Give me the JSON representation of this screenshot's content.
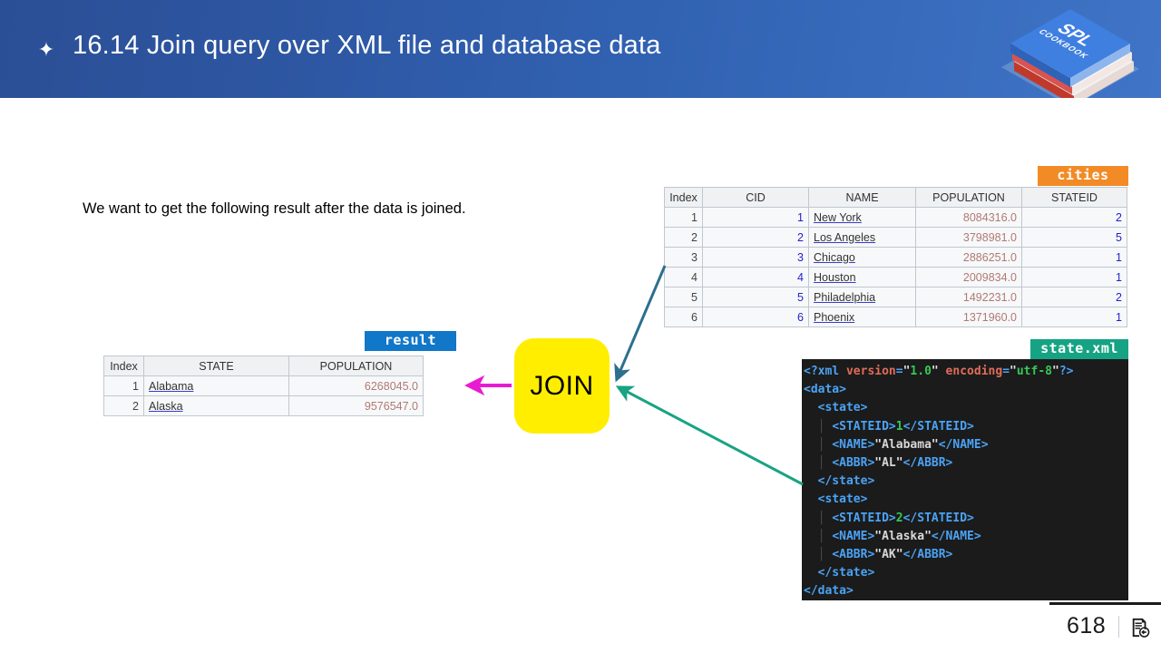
{
  "header": {
    "bullet_icon": "sparkle-icon",
    "title": "16.14 Join query over XML file and database data",
    "logo_line1": "SPL",
    "logo_line2": "COOKBOOK"
  },
  "body": {
    "intro_text": "We want to get the following result after the data is joined."
  },
  "badges": {
    "cities": "cities",
    "result": "result",
    "state_xml": "state.xml"
  },
  "colors": {
    "badge_cities": "#f28b26",
    "badge_result": "#1077c9",
    "badge_state_xml": "#15a383",
    "join_box": "#ffee00",
    "arrow_blue": "#2d6f8e",
    "arrow_teal": "#18a383",
    "arrow_magenta": "#e81bd2",
    "header_gradient_from": "#2b4f96",
    "header_gradient_to": "#3f74c6"
  },
  "cities_table": {
    "columns": [
      "Index",
      "CID",
      "NAME",
      "POPULATION",
      "STATEID"
    ],
    "rows": [
      {
        "index": "1",
        "cid": "1",
        "name": "New York",
        "population": "8084316.0",
        "stateid": "2"
      },
      {
        "index": "2",
        "cid": "2",
        "name": "Los Angeles",
        "population": "3798981.0",
        "stateid": "5"
      },
      {
        "index": "3",
        "cid": "3",
        "name": "Chicago",
        "population": "2886251.0",
        "stateid": "1"
      },
      {
        "index": "4",
        "cid": "4",
        "name": "Houston",
        "population": "2009834.0",
        "stateid": "1"
      },
      {
        "index": "5",
        "cid": "5",
        "name": "Philadelphia",
        "population": "1492231.0",
        "stateid": "2"
      },
      {
        "index": "6",
        "cid": "6",
        "name": "Phoenix",
        "population": "1371960.0",
        "stateid": "1"
      }
    ]
  },
  "result_table": {
    "columns": [
      "Index",
      "STATE",
      "POPULATION"
    ],
    "rows": [
      {
        "index": "1",
        "state": "Alabama",
        "population": "6268045.0"
      },
      {
        "index": "2",
        "state": "Alaska",
        "population": "9576547.0"
      }
    ]
  },
  "xml_file": {
    "filename": "state.xml",
    "lines": [
      "<?xml version=\"1.0\" encoding=\"utf-8\"?>",
      "<data>",
      "  <state>",
      "    <STATEID>1</STATEID>",
      "    <NAME>\"Alabama\"</NAME>",
      "    <ABBR>\"AL\"</ABBR>",
      "  </state>",
      "  <state>",
      "    <STATEID>2</STATEID>",
      "    <NAME>\"Alaska\"</NAME>",
      "    <ABBR>\"AK\"</ABBR>",
      "  </state>",
      "</data>"
    ]
  },
  "join": {
    "label": "JOIN"
  },
  "arrows": {
    "cities_to_join": "blue-arrow-cities-to-join",
    "xml_to_join": "teal-arrow-xml-to-join",
    "join_to_result": "magenta-arrow-join-to-result"
  },
  "footer": {
    "page_number": "618",
    "icon": "document-back-icon"
  }
}
